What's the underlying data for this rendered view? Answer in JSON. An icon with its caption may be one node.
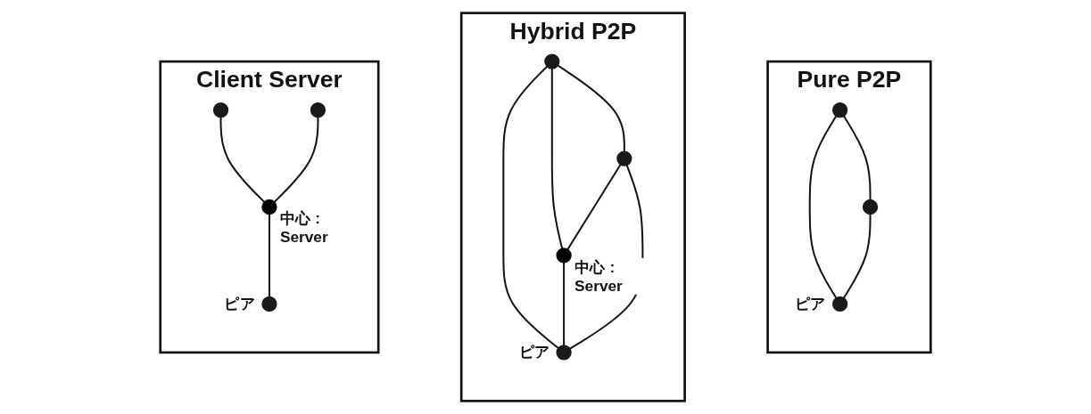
{
  "diagram": {
    "nodes": [
      {
        "text": [
          "Client Server"
        ]
      },
      {
        "text": [],
        "shape": "circle",
        "in": 0
      },
      {
        "text": [],
        "shape": "circle",
        "in": 0
      },
      {
        "text": [],
        "shape": "circle",
        "in": 0,
        "beside": [
          "中心 : Server"
        ]
      },
      {
        "text": [],
        "shape": "circle",
        "in": 0,
        "beside": [
          "ピア"
        ]
      },
      {
        "text": [
          "Hybrid P2P"
        ]
      },
      {
        "text": [],
        "shape": "circle",
        "in": 5
      },
      {
        "text": [],
        "shape": "circle",
        "in": 5
      },
      {
        "text": [],
        "shape": "circle",
        "in": 5,
        "beside": [
          "中心 : Server"
        ]
      },
      {
        "text": [],
        "shape": "circle",
        "in": 5,
        "beside": [
          "ピア"
        ]
      },
      {
        "text": [
          "Pure P2P"
        ]
      },
      {
        "text": [],
        "shape": "circle",
        "in": 10
      },
      {
        "text": [],
        "shape": "circle",
        "in": 10
      },
      {
        "text": [],
        "shape": "circle",
        "in": 10,
        "beside": [
          "ピア"
        ]
      }
    ],
    "edges": [
      {
        "from": 1,
        "to": 3,
        "arrow": "none"
      },
      {
        "from": 2,
        "to": 3,
        "arrow": "none"
      },
      {
        "from": 3,
        "to": 4,
        "arrow": "none"
      },
      {
        "from": 6,
        "to": 7,
        "arrow": "none"
      },
      {
        "from": 6,
        "to": 8,
        "arrow": "none"
      },
      {
        "from": 7,
        "to": 8,
        "arrow": "none"
      },
      {
        "from": 6,
        "to": 9,
        "arrow": "none"
      },
      {
        "from": 8,
        "to": 9,
        "arrow": "none"
      },
      {
        "from": 7,
        "to": 9,
        "arrow": "none"
      },
      {
        "from": 11,
        "to": 12,
        "arrow": "none"
      },
      {
        "from": 11,
        "to": 13,
        "arrow": "none"
      },
      {
        "from": 12,
        "to": 13,
        "arrow": "none"
      }
    ]
  }
}
